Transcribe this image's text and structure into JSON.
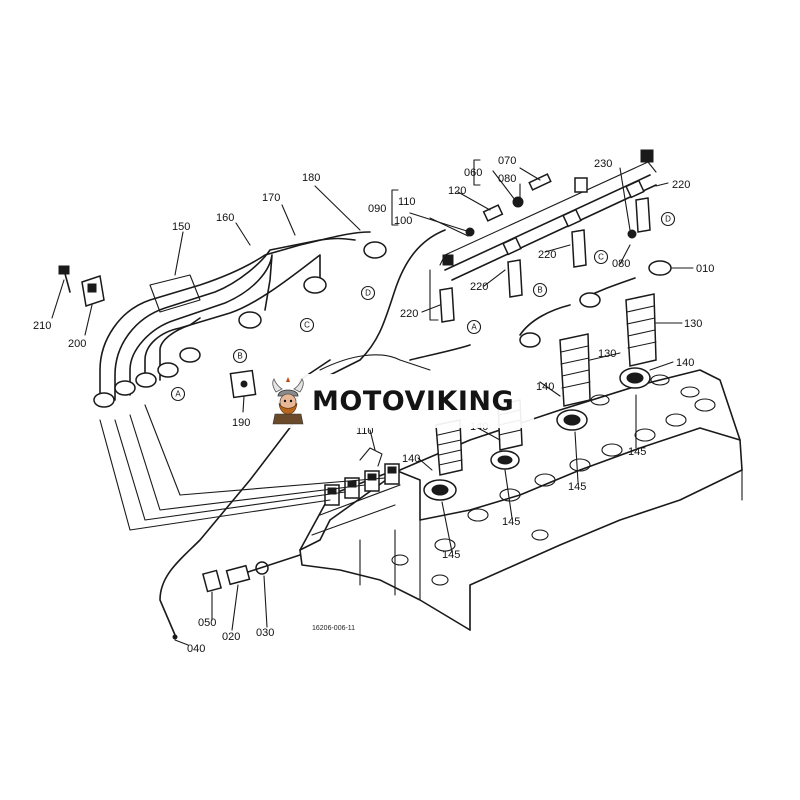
{
  "callouts": [
    {
      "id": "c010",
      "text": "010"
    },
    {
      "id": "c020",
      "text": "020"
    },
    {
      "id": "c030",
      "text": "030"
    },
    {
      "id": "c040",
      "text": "040"
    },
    {
      "id": "c050",
      "text": "050"
    },
    {
      "id": "c060",
      "text": "060"
    },
    {
      "id": "c070",
      "text": "070"
    },
    {
      "id": "c080a",
      "text": "080"
    },
    {
      "id": "c080b",
      "text": "080"
    },
    {
      "id": "c090",
      "text": "090"
    },
    {
      "id": "c100",
      "text": "100"
    },
    {
      "id": "c110a",
      "text": "110"
    },
    {
      "id": "c110b",
      "text": "110"
    },
    {
      "id": "c120",
      "text": "120"
    },
    {
      "id": "c130a",
      "text": "130"
    },
    {
      "id": "c130b",
      "text": "130"
    },
    {
      "id": "c140a",
      "text": "140"
    },
    {
      "id": "c140b",
      "text": "140"
    },
    {
      "id": "c140c",
      "text": "140"
    },
    {
      "id": "c140d",
      "text": "140"
    },
    {
      "id": "c145a",
      "text": "145"
    },
    {
      "id": "c145b",
      "text": "145"
    },
    {
      "id": "c145c",
      "text": "145"
    },
    {
      "id": "c145d",
      "text": "145"
    },
    {
      "id": "c150",
      "text": "150"
    },
    {
      "id": "c160",
      "text": "160"
    },
    {
      "id": "c170",
      "text": "170"
    },
    {
      "id": "c180",
      "text": "180"
    },
    {
      "id": "c190",
      "text": "190"
    },
    {
      "id": "c200",
      "text": "200"
    },
    {
      "id": "c210",
      "text": "210"
    },
    {
      "id": "c220a",
      "text": "220"
    },
    {
      "id": "c220b",
      "text": "220"
    },
    {
      "id": "c220c",
      "text": "220"
    },
    {
      "id": "c220d",
      "text": "220"
    },
    {
      "id": "c230",
      "text": "230"
    }
  ],
  "circle_labels": [
    {
      "id": "A1",
      "text": "A"
    },
    {
      "id": "A2",
      "text": "A"
    },
    {
      "id": "B1",
      "text": "B"
    },
    {
      "id": "B2",
      "text": "B"
    },
    {
      "id": "C1",
      "text": "C"
    },
    {
      "id": "C2",
      "text": "C"
    },
    {
      "id": "D1",
      "text": "D"
    },
    {
      "id": "D2",
      "text": "D"
    }
  ],
  "doc_number": "16206-006-11",
  "watermark": {
    "brand": "MOTOVIKING"
  },
  "colors": {
    "line": "#1a1a1a",
    "background": "#ffffff",
    "logo_accent": "#c2410c"
  }
}
